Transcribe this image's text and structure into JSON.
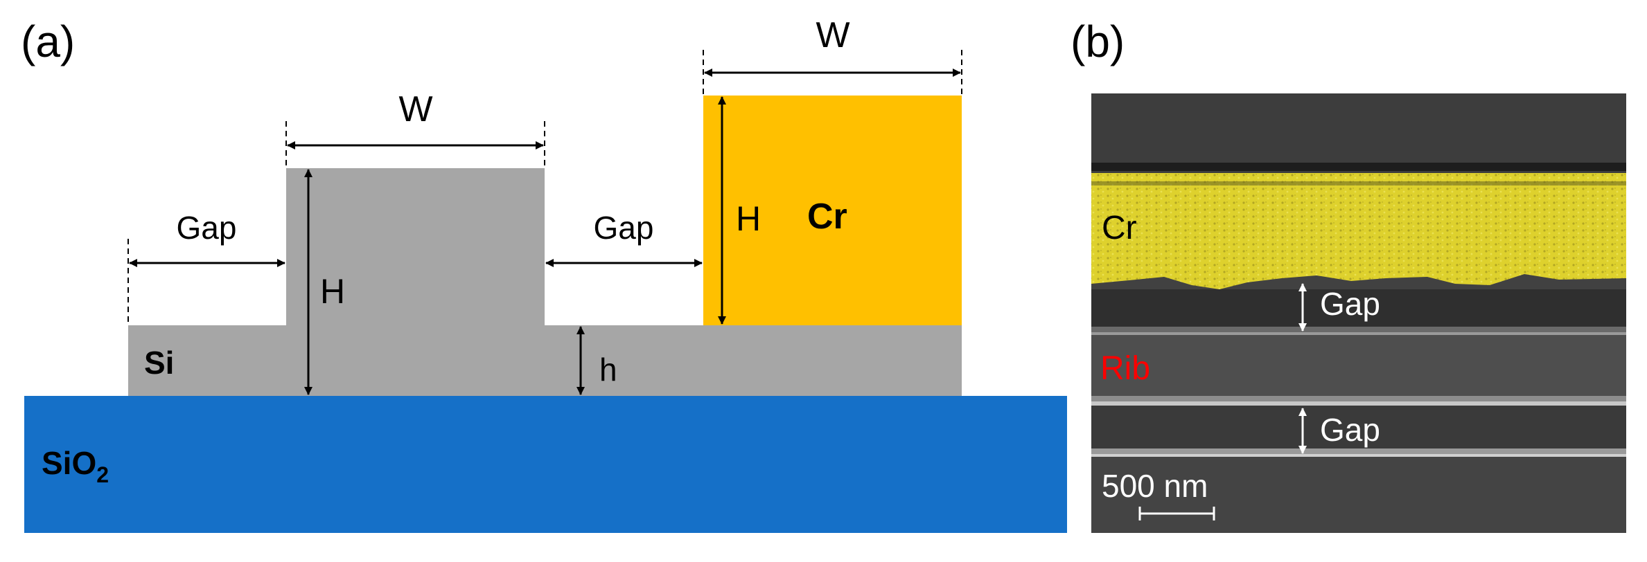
{
  "panel_a": {
    "label": "(a)",
    "labels": {
      "W_rib": "W",
      "W_cr": "W",
      "gap_left": "Gap",
      "gap_right": "Gap",
      "H_rib": "H",
      "H_cr": "H",
      "h_slab": "h",
      "cr": "Cr",
      "si": "Si",
      "sio2_main": "SiO",
      "sio2_sub": "2"
    },
    "colors": {
      "si": "#a6a6a6",
      "cr": "#ffc000",
      "sio2": "#1570c8",
      "text": "#000000"
    }
  },
  "panel_b": {
    "label": "(b)",
    "labels": {
      "cr": "Cr",
      "rib": "Rib",
      "gap_top": "Gap",
      "gap_bottom": "Gap",
      "scale": "500 nm"
    },
    "colors": {
      "rib_text": "#ff0000",
      "cr_overlay": "#e2d62a",
      "label_text": "#ffffff",
      "cr_text": "#000000"
    }
  }
}
